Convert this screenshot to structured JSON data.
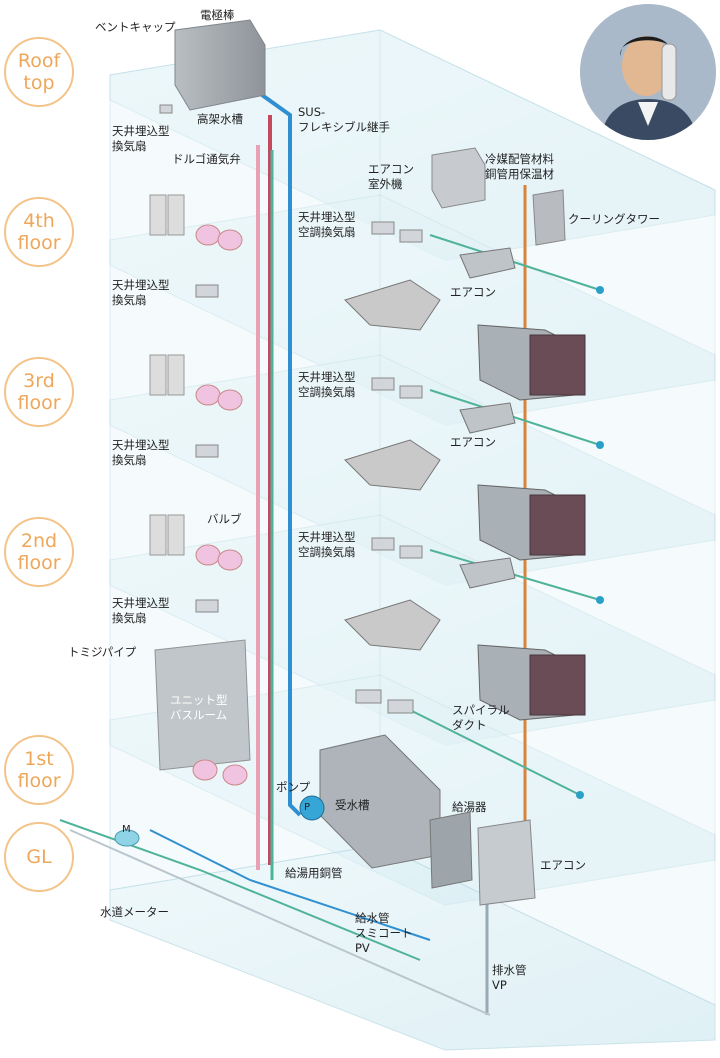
{
  "floors": [
    "Roof\ntop",
    "4th\nfloor",
    "3rd\nfloor",
    "2nd\nfloor",
    "1st\nfloor",
    "GL"
  ],
  "labels": {
    "vent_cap": "ベントキャップ",
    "electrode": "電極棒",
    "elevated_tank": "高架水槽",
    "sus_joint": "SUS-\nフレキシブル継手",
    "roof_fan": "天井埋込型\n換気扇",
    "drain_valve": "ドルゴ通気弁",
    "ac_outdoor": "エアコン\n室外機",
    "refrigerant": "冷媒配管材料\n銅管用保温材",
    "cooling_tower": "クーリングタワー",
    "fan_4_ac": "天井埋込型\n空調換気扇",
    "fan_4": "天井埋込型\n換気扇",
    "ac_4": "エアコン",
    "fan_3_ac": "天井埋込型\n空調換気扇",
    "fan_3": "天井埋込型\n換気扇",
    "ac_3": "エアコン",
    "valve": "バルブ",
    "fan_2_ac": "天井埋込型\n空調換気扇",
    "fan_2": "天井埋込型\n換気扇",
    "tomiji_pipe": "トミジパイプ",
    "unit_bath": "ユニット型\nバスルーム",
    "spiral_duct": "スパイラル\nダクト",
    "pump": "ポンプ",
    "pump_p": "P",
    "receiving_tank": "受水槽",
    "water_heater": "給湯器",
    "ac_1": "エアコン",
    "meter_m": "M",
    "hot_water_pipe": "給湯用銅管",
    "water_meter": "水道メーター",
    "supply_pipe": "給水管\nスミコート\nPV",
    "drain_pipe": "排水管\nVP"
  },
  "colors": {
    "floor_text": "#eea75a",
    "floor_border": "#f3c489",
    "slab": "#d7eef4",
    "slab_edge": "#a9d2de",
    "pipe_blue": "#2f8fd0",
    "pipe_red": "#c4485e",
    "pipe_pink": "#e8a0b4",
    "pipe_green": "#4fb39a",
    "pipe_orange": "#d9823a"
  }
}
